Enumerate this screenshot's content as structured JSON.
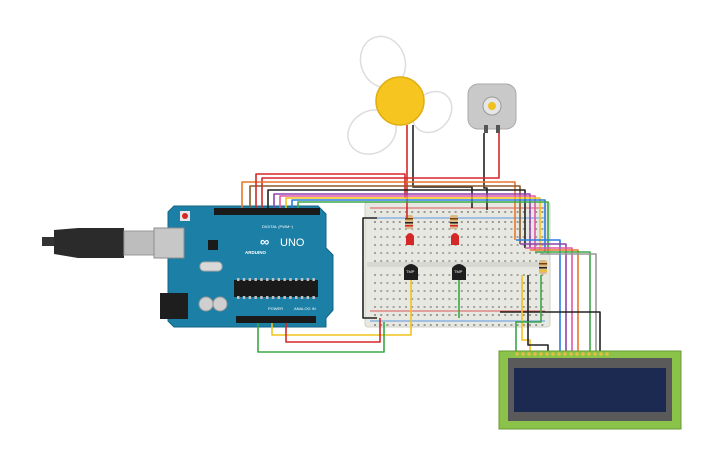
{
  "arduino": {
    "brand_label": "ARDUINO",
    "model_label": "UNO",
    "digital_header_label": "DIGITAL (PWM~)",
    "power_header_label": "POWER",
    "analog_header_label": "ANALOG IN"
  },
  "sensors": {
    "sensor_1_label": "TMP",
    "sensor_2_label": "TMP"
  },
  "colors": {
    "board_blue": "#1b7fa6",
    "breadboard": "#e8e8e2",
    "lcd_green": "#8bc34a",
    "lcd_screen": "#1c2a52",
    "fan_yellow": "#f7c520",
    "wire_red": "#d62728",
    "wire_black": "#222222",
    "wire_yellow": "#f2c31b",
    "wire_green": "#3aa845",
    "wire_orange": "#e8772b",
    "wire_brown": "#8b5a2b",
    "wire_purple": "#8e44ad",
    "wire_pink": "#e056a8",
    "wire_blue": "#2a7de1",
    "wire_grey": "#999999"
  }
}
